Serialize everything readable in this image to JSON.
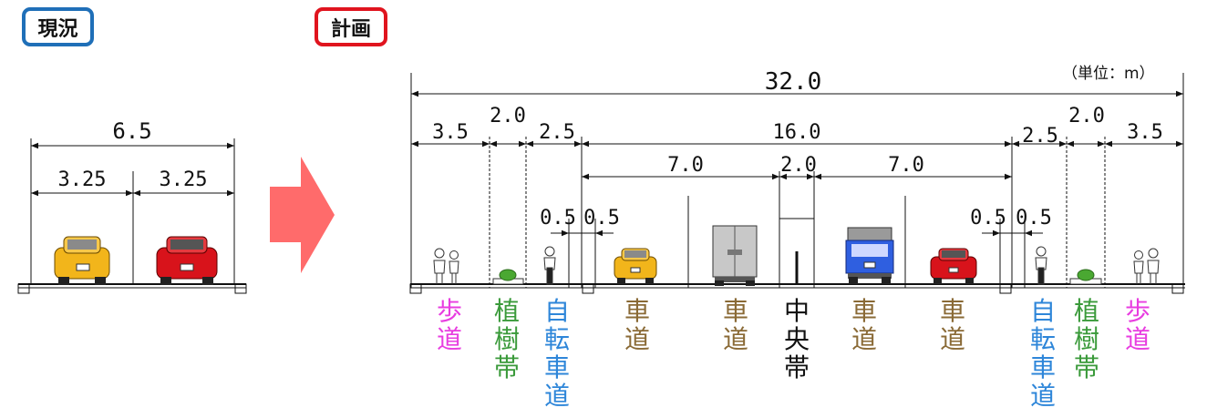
{
  "badges": {
    "current": "現況",
    "planned": "計画"
  },
  "unit_note": "（単位：m）",
  "colors": {
    "current_border": "#1f6fb8",
    "planned_border": "#e0141e",
    "arrow": "#ff6b6b",
    "sidewalk": "#e83de0",
    "planting": "#3a9a3a",
    "bike": "#2e86d9",
    "carriageway": "#8a6a36",
    "median": "#111111"
  },
  "current": {
    "total": "6.5",
    "left_lane": "3.25",
    "right_lane": "3.25"
  },
  "plan": {
    "total": "32.0",
    "sidewalk_left": "3.5",
    "planting_left": "2.0",
    "bike_left": "2.5",
    "carriageway_total": "16.0",
    "bike_right": "2.5",
    "planting_right": "2.0",
    "sidewalk_right": "3.5",
    "lane_left": "7.0",
    "median": "2.0",
    "lane_right": "7.0",
    "shoulder_left_a": "0.5",
    "shoulder_left_b": "0.5",
    "shoulder_right_a": "0.5",
    "shoulder_right_b": "0.5"
  },
  "labels": {
    "sidewalk": "歩道",
    "planting": "植樹帯",
    "bike": "自転車道",
    "carriageway": "車道",
    "median": "中央帯"
  }
}
